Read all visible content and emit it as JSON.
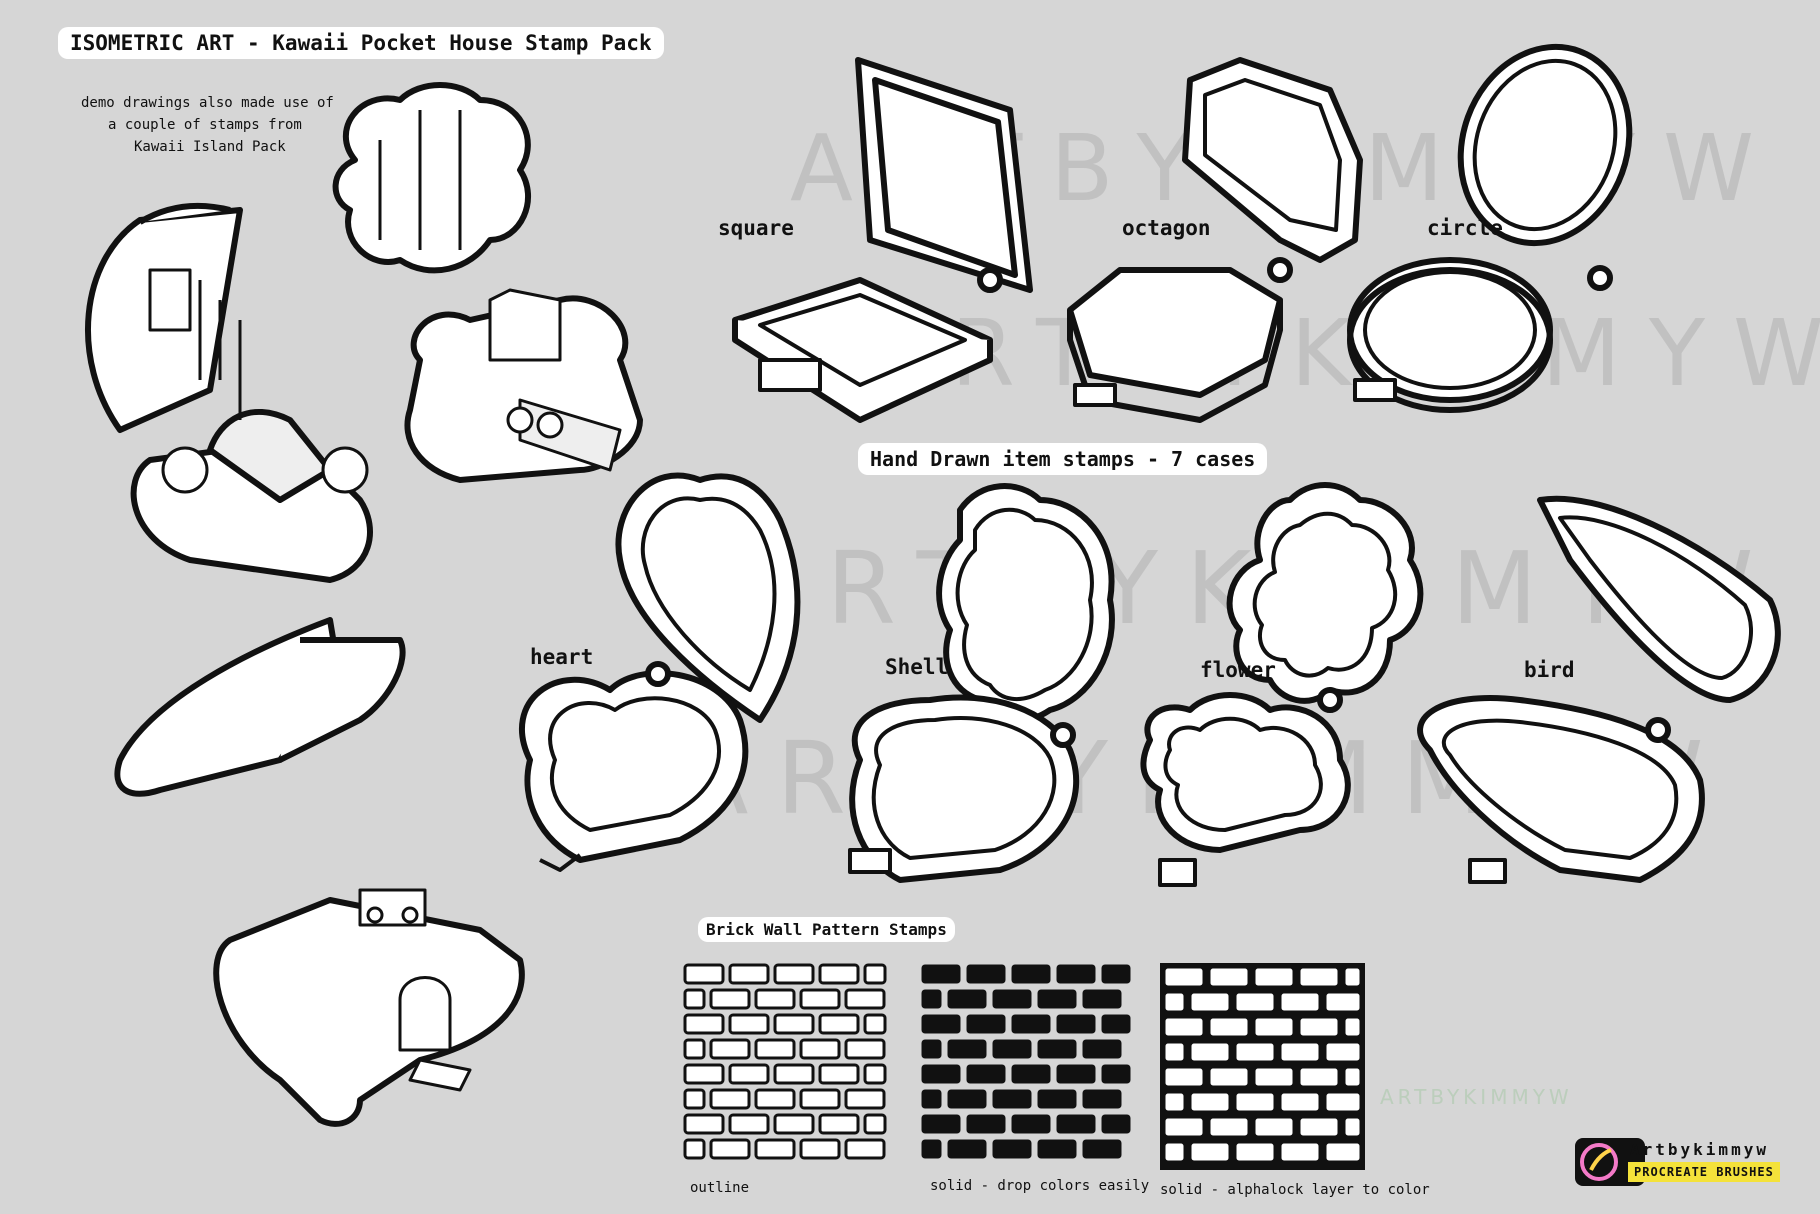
{
  "title": "ISOMETRIC ART - Kawaii Pocket House Stamp Pack",
  "demo_note": [
    "demo drawings also made use of",
    "a couple of stamps from",
    "Kawaii Island Pack"
  ],
  "watermark": "ARTBYKIMMYW",
  "top_cases": [
    {
      "label": "square",
      "icon": "square-case-icon"
    },
    {
      "label": "octagon",
      "icon": "octagon-case-icon"
    },
    {
      "label": "circle",
      "icon": "circle-case-icon"
    }
  ],
  "section_title": "Hand Drawn item stamps - 7 cases",
  "bottom_cases": [
    {
      "label": "heart",
      "icon": "heart-case-icon"
    },
    {
      "label": "Shell",
      "icon": "shell-case-icon"
    },
    {
      "label": "flower",
      "icon": "flower-case-icon"
    },
    {
      "label": "bird",
      "icon": "bird-case-icon"
    }
  ],
  "brick_section_title": "Brick Wall Pattern Stamps",
  "brick_patterns": [
    {
      "label": "outline",
      "icon": "brick-outline-icon"
    },
    {
      "label": "solid - drop colors easily",
      "icon": "brick-solid-icon"
    },
    {
      "label": "solid - alphalock layer to color",
      "icon": "brick-alphalock-icon"
    }
  ],
  "brand": {
    "name": "Artbykimmyw",
    "tag": "PROCREATE BRUSHES",
    "tag_color": "#f4e23a"
  }
}
